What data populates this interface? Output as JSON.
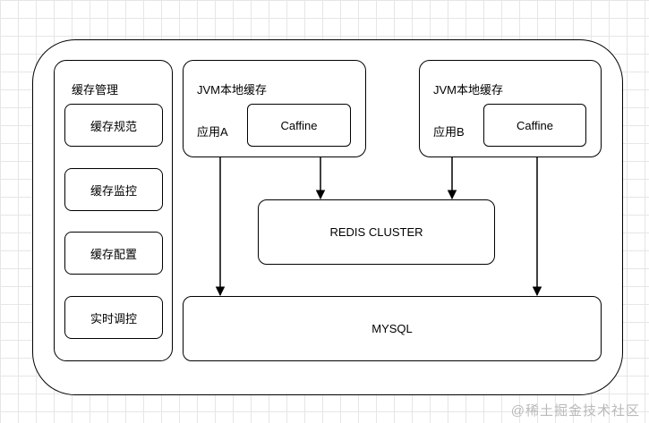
{
  "cache_management": {
    "title": "缓存管理",
    "items": [
      "缓存规范",
      "缓存监控",
      "缓存配置",
      "实时调控"
    ]
  },
  "jvm_left": {
    "title": "JVM本地缓存",
    "app": "应用A",
    "inner": "Caffine"
  },
  "jvm_right": {
    "title": "JVM本地缓存",
    "app": "应用B",
    "inner": "Caffine"
  },
  "redis": {
    "label": "REDIS CLUSTER"
  },
  "mysql": {
    "label": "MYSQL"
  },
  "watermark": "@稀土掘金技术社区"
}
